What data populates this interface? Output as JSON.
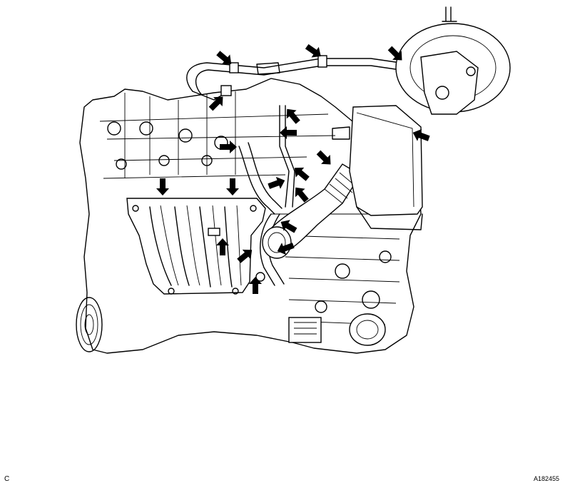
{
  "corner_left_label": "C",
  "figure_code": "A182455",
  "arrow_count": 19
}
